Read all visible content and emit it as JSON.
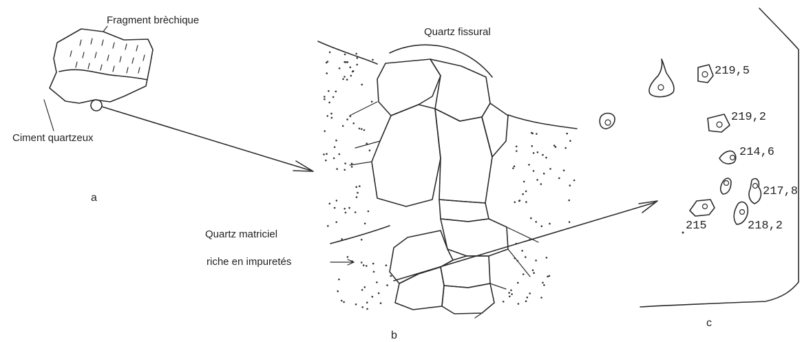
{
  "labels": {
    "fragment": "Fragment brèchique",
    "ciment": "Ciment quartzeux",
    "panel_a": "a",
    "quartz_fissural": "Quartz fissural",
    "quartz_matriciel": "Quartz matriciel",
    "riche": "riche en impuretés",
    "panel_b": "b",
    "panel_c": "c"
  },
  "inclusions": [
    {
      "label": "219,5"
    },
    {
      "label": "219,2"
    },
    {
      "label": "214,6"
    },
    {
      "label": "217,8"
    },
    {
      "label": "215"
    },
    {
      "label": "218,2"
    }
  ]
}
